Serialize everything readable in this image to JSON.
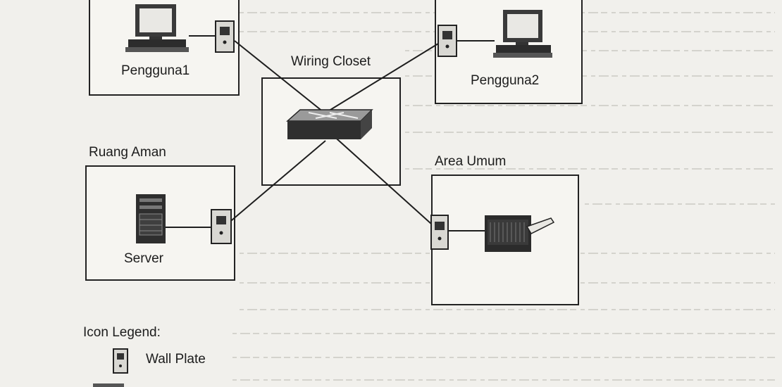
{
  "rooms": {
    "user1": "Pengguna1",
    "user2": "Pengguna2",
    "wiring_closet": "Wiring Closet",
    "secure_room": "Ruang Aman",
    "public_area": "Area Umum",
    "server": "Server"
  },
  "legend": {
    "title": "Icon Legend:",
    "wall_plate": "Wall Plate"
  },
  "icons": {
    "pc_user1": "desktop-computer-icon",
    "pc_user2": "desktop-computer-icon",
    "switch": "network-switch-icon",
    "server": "server-tower-icon",
    "printer": "printer-icon",
    "wall_plate": "wall-plate-icon"
  }
}
